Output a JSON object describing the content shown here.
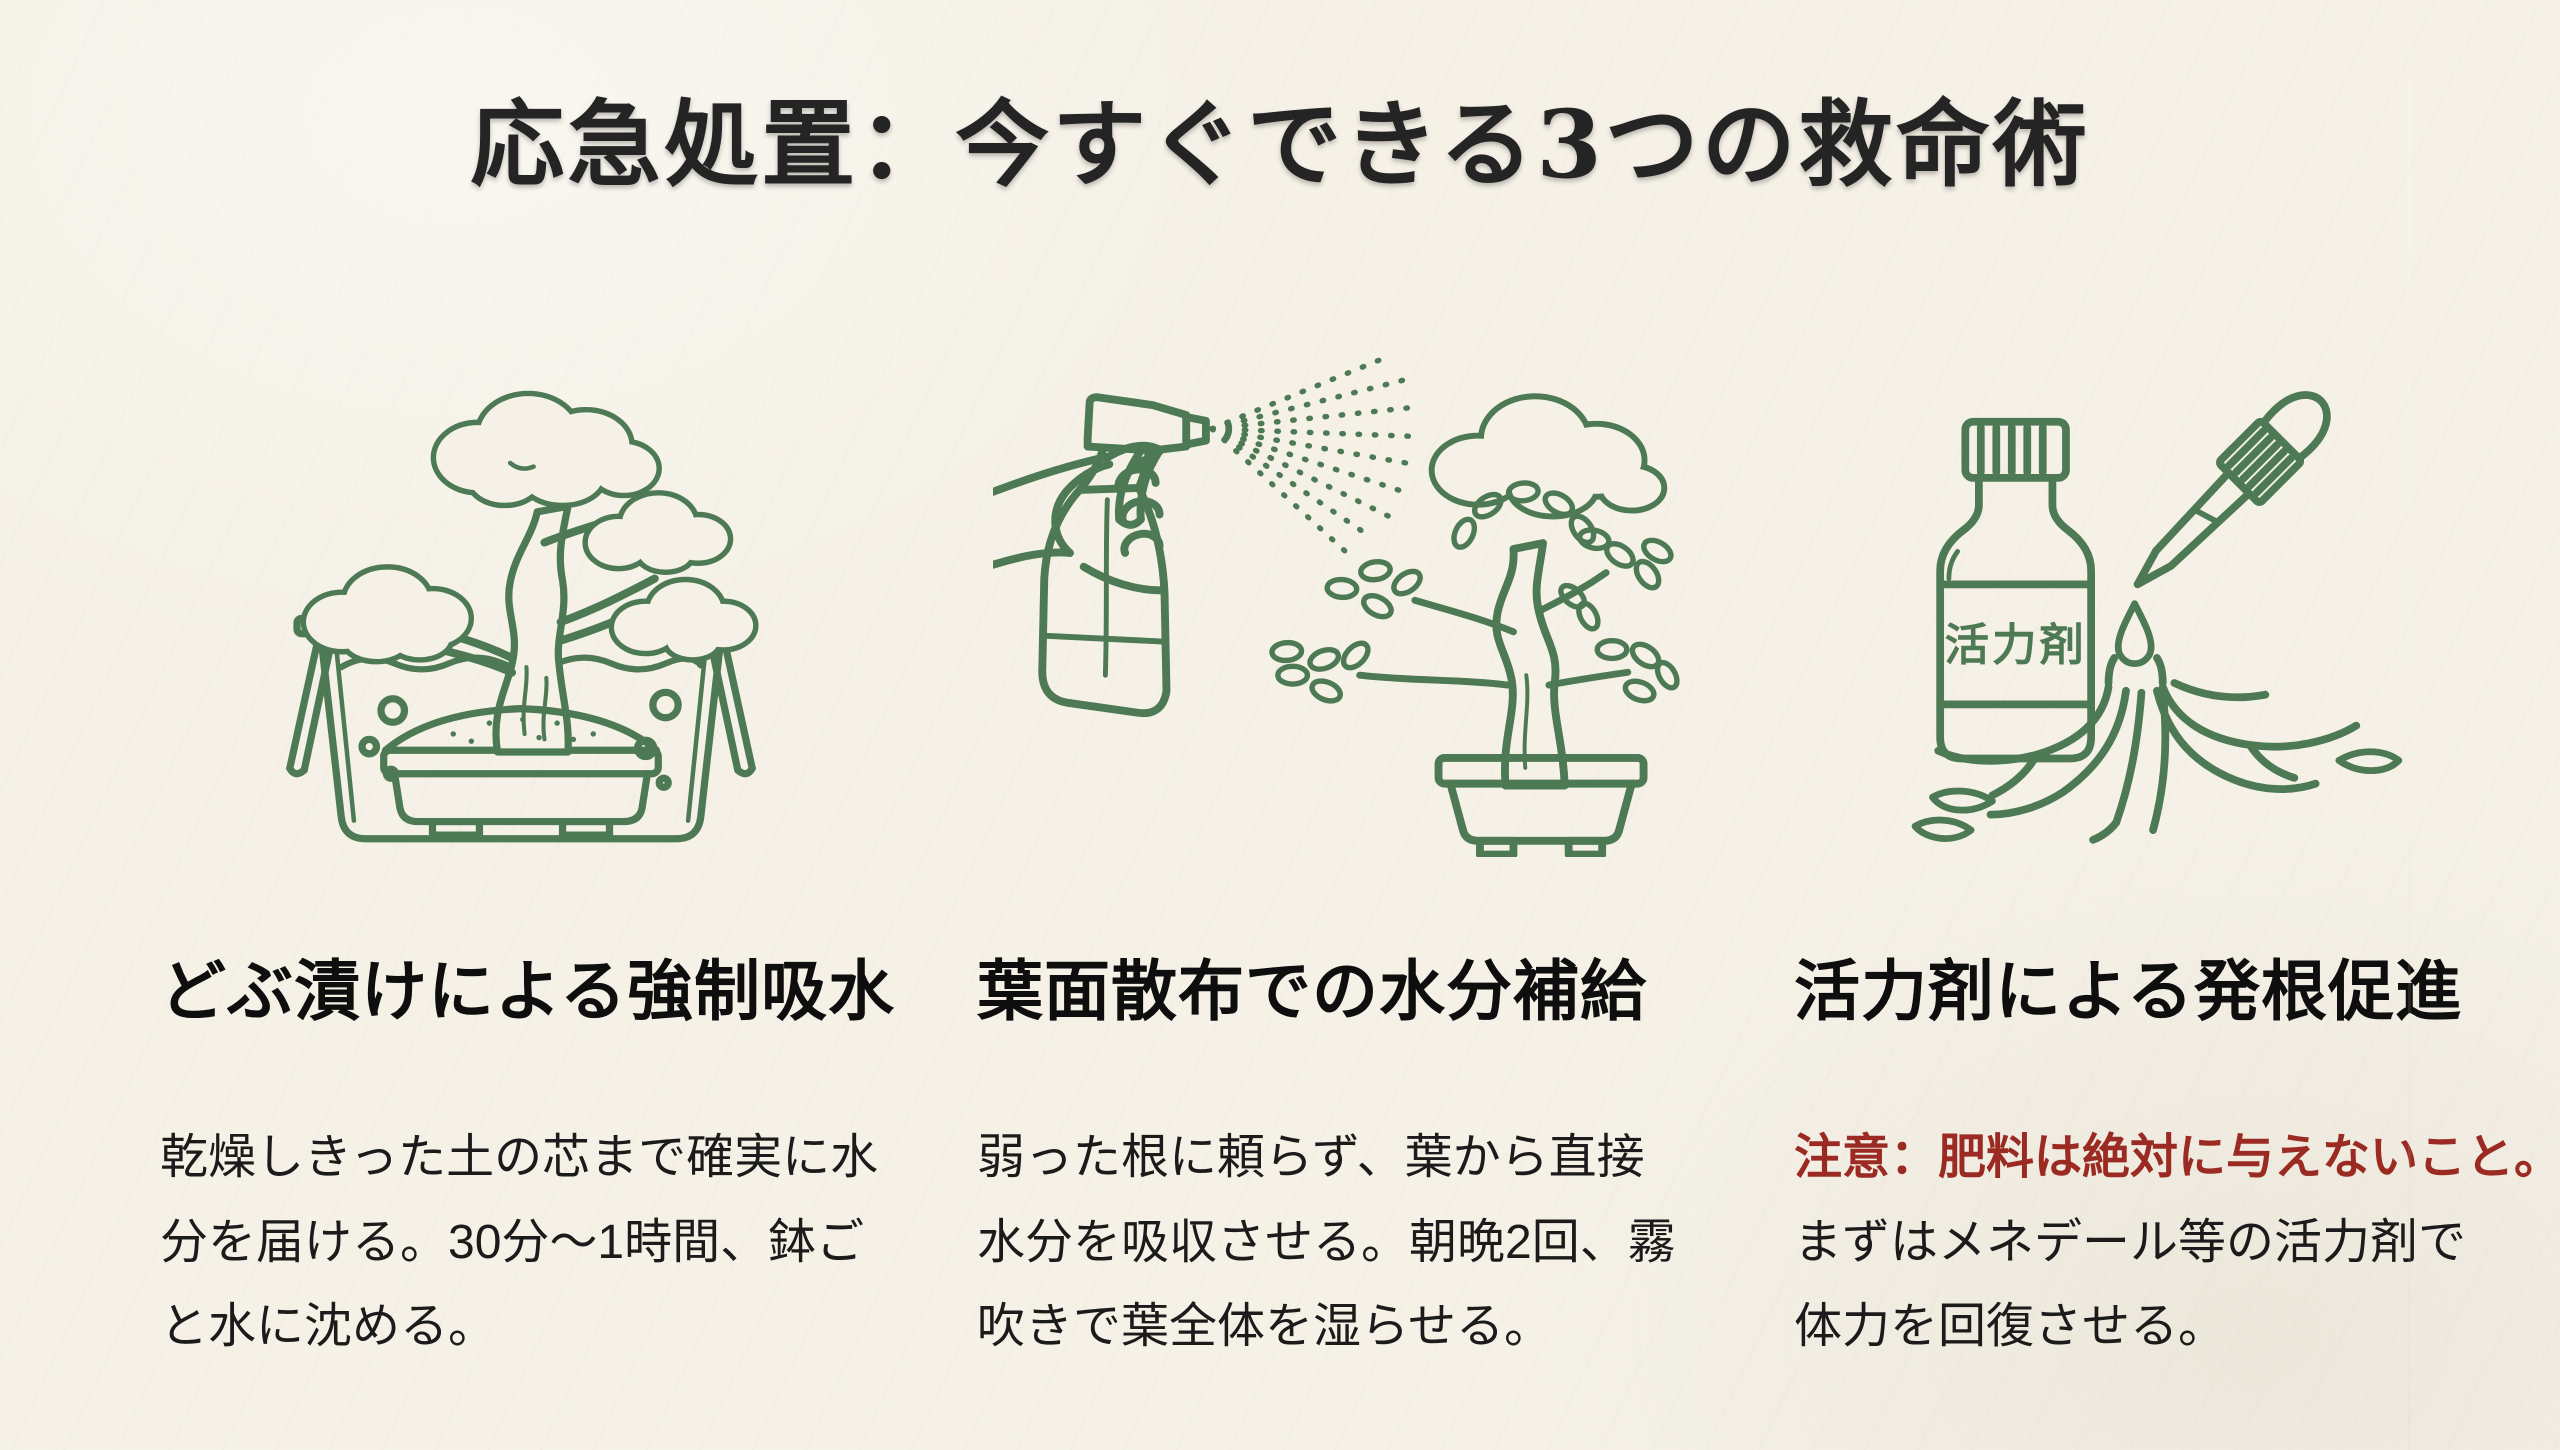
{
  "colors": {
    "background": "#f5f1e7",
    "line_green": "#4d7a54",
    "warning_red": "#9b2b22",
    "title_ink": "#242424"
  },
  "title": "応急処置：今すぐできる3つの救命術",
  "cards": [
    {
      "illustration": "bonsai-soaking-in-water-bucket",
      "heading": "どぶ漬けによる強制吸水",
      "body_lines": [
        "乾燥しきった土の芯まで確実に水",
        "分を届ける。30分〜1時間、鉢ご",
        "と水に沈める。"
      ]
    },
    {
      "illustration": "hand-spray-bottle-misting-bonsai",
      "heading": "葉面散布での水分補給",
      "body_lines": [
        "弱った根に頼らず、葉から直接",
        "水分を吸収させる。朝晩2回、霧",
        "吹きで葉全体を湿らせる。"
      ]
    },
    {
      "illustration": "tonic-bottle-dropper-over-roots",
      "heading": "活力剤による発根促進",
      "warning_line": "注意：肥料は絶対に与えないこと。",
      "body_lines": [
        "まずはメネデール等の活力剤で",
        "体力を回復させる。"
      ],
      "bottle_label": "活力剤"
    }
  ]
}
